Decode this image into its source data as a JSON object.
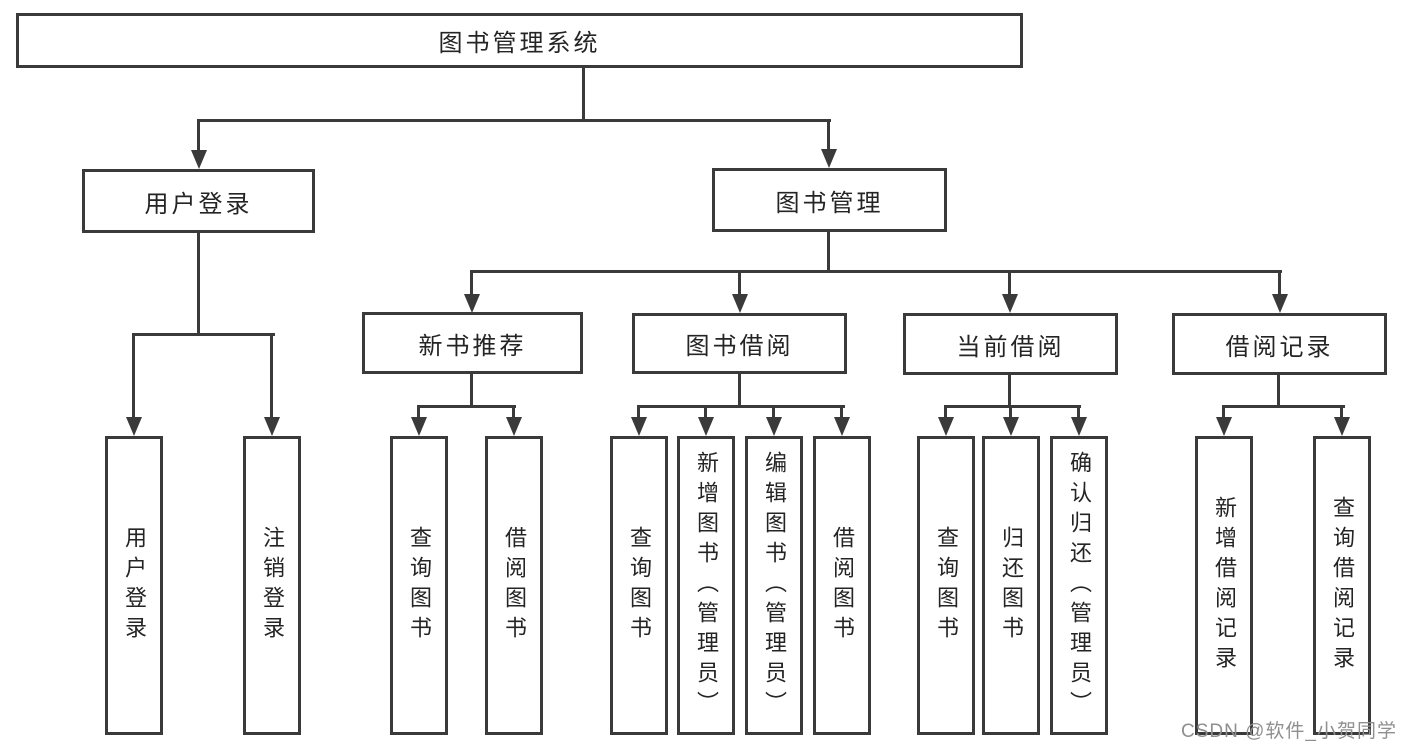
{
  "nodes": {
    "root": "图书管理系统",
    "l2": [
      "用户登录",
      "图书管理"
    ],
    "l3": [
      "新书推荐",
      "图书借阅",
      "当前借阅",
      "借阅记录"
    ],
    "leaves": [
      "用户登录",
      "注销登录",
      "查询图书",
      "借阅图书",
      "查询图书",
      "新增图书（管理员）",
      "编辑图书（管理员）",
      "借阅图书",
      "查询图书",
      "归还图书",
      "确认归还（管理员）",
      "新增借阅记录",
      "查询借阅记录"
    ]
  },
  "hierarchy": {
    "图书管理系统": [
      "用户登录",
      "图书管理"
    ],
    "用户登录": [
      "用户登录",
      "注销登录"
    ],
    "图书管理": [
      "新书推荐",
      "图书借阅",
      "当前借阅",
      "借阅记录"
    ],
    "新书推荐": [
      "查询图书",
      "借阅图书"
    ],
    "图书借阅": [
      "查询图书",
      "新增图书（管理员）",
      "编辑图书（管理员）",
      "借阅图书"
    ],
    "当前借阅": [
      "查询图书",
      "归还图书",
      "确认归还（管理员）"
    ],
    "借阅记录": [
      "新增借阅记录",
      "查询借阅记录"
    ]
  },
  "watermark": "CSDN @软件_小贺同学",
  "colors": {
    "line": "#3a3a3a",
    "text": "#242424",
    "background": "#ffffff",
    "watermark": "#8f8f8f"
  }
}
